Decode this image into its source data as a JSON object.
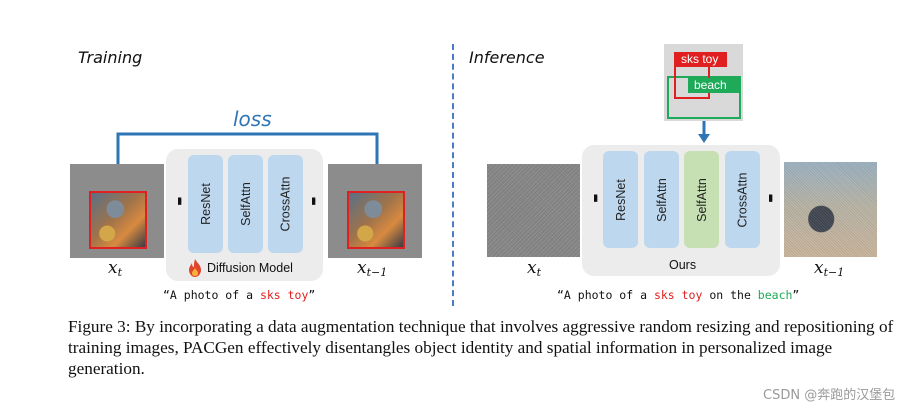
{
  "training": {
    "title": "Training",
    "loss_label": "loss",
    "blocks": [
      "ResNet",
      "SelfAttn",
      "CrossAttn"
    ],
    "model_label": "Diffusion Model",
    "input_var": "x",
    "input_sub": "t",
    "output_var": "x",
    "output_sub": "t−1",
    "prompt_prefix": "“A photo of a ",
    "prompt_token": "sks toy",
    "prompt_suffix": "”"
  },
  "inference": {
    "title": "Inference",
    "label_object": "sks toy",
    "label_scene": "beach",
    "blocks": [
      "ResNet",
      "SelfAttn",
      "SelfAttn",
      "CrossAttn"
    ],
    "model_label": "Ours",
    "input_var": "x",
    "input_sub": "t",
    "output_var": "x",
    "output_sub": "t−1",
    "prompt_prefix": "“A photo of a ",
    "prompt_token_object": "sks toy",
    "prompt_mid": " on the ",
    "prompt_token_scene": "beach",
    "prompt_suffix": "”"
  },
  "caption": "Figure 3: By incorporating a data augmentation technique that involves aggressive random resizing and repositioning of training images, PACGen effectively disentangles object identity and spatial information in personalized image generation.",
  "watermark": "CSDN @奔跑的汉堡包",
  "colors": {
    "loss_blue": "#2e75b6",
    "object_red": "#e02020",
    "scene_green": "#1faa59",
    "block_blue": "#bdd7ee",
    "block_green": "#c6e0b4"
  }
}
